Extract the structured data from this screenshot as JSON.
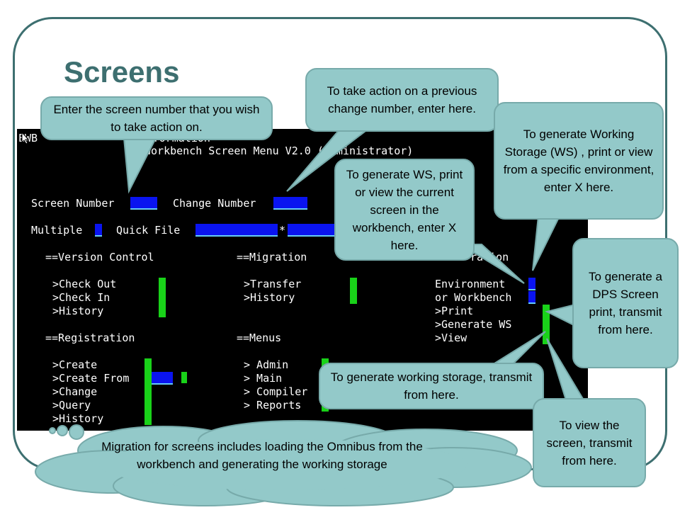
{
  "title": "Screens",
  "terminal": {
    "header_line1": "EWB                Information",
    "header_line2": "Workbench Screen Menu V2.0 (Administrator)",
    "screen_number_label": "Screen Number",
    "change_number_label": "Change Number",
    "multiple_label": "Multiple",
    "quick_file_label": "Quick File",
    "quick_file_sep": "*",
    "version_control_header": "==Version Control",
    "migration_header": "==Migration",
    "generation_header": "ration",
    "registration_header": "==Registration",
    "menus_header": "==Menus",
    "version_items": [
      ">Check Out",
      ">Check In",
      ">History"
    ],
    "migration_items": [
      ">Transfer",
      ">History"
    ],
    "generation_items": [
      "Environment",
      "or Workbench",
      ">Print",
      ">Generate WS",
      ">View"
    ],
    "registration_items": [
      ">Create",
      ">Create From",
      ">Change",
      ">Query",
      ">History"
    ],
    "menu_items": [
      "> Admin",
      "> Main",
      "> Compiler",
      "> Reports"
    ]
  },
  "callouts": {
    "screen_number": "Enter the screen number that you wish to take action on.",
    "change_number": "To take action on a previous change number, enter here.",
    "environment": "To generate Working Storage (WS) , print or view from a specific environment, enter X here.",
    "workbench": "To generate WS, print or view the current screen in the workbench, enter X here.",
    "dps_print": "To generate a DPS Screen print, transmit from here.",
    "generate_ws": "To generate working storage, transmit from here.",
    "view": "To view the screen, transmit from here.",
    "migration_cloud": "Migration for screens includes loading the Omnibus from the workbench and generating the working storage"
  },
  "colors": {
    "title": "#3d6f70",
    "callout_fill": "#93c9c9",
    "terminal_bg": "#000000",
    "input_field": "#0a14f0",
    "select_field": "#19d219"
  }
}
